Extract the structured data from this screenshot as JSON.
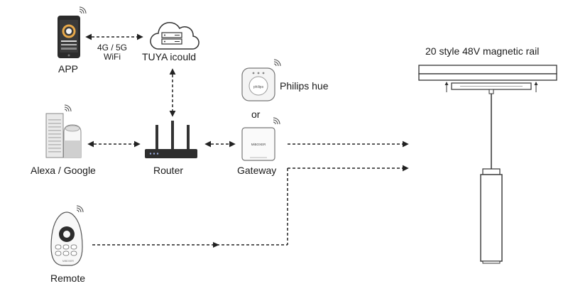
{
  "labels": {
    "app": "APP",
    "network_line1": "4G / 5G",
    "network_line2": "WiFi",
    "cloud": "TUYA icould",
    "philips": "Philips hue",
    "or": "or",
    "alexa_google": "Alexa / Google",
    "router": "Router",
    "gateway": "Gateway",
    "rail": "20 style 48V magnetic rail",
    "remote": "Remote",
    "philips_device_text": "philips",
    "gateway_device_text": "MiBOXER",
    "remote_device_text": "MiBOXER"
  },
  "icons": [
    "phone-icon",
    "cloud-icon",
    "philips-hub-icon",
    "gateway-icon",
    "router-icon",
    "smart-speaker-icon",
    "remote-icon",
    "magnetic-rail-icon",
    "pendant-light-icon",
    "wifi-icon"
  ],
  "colors": {
    "line": "#222222",
    "device_outline": "#555555",
    "device_fill": "#f2f2f2"
  }
}
